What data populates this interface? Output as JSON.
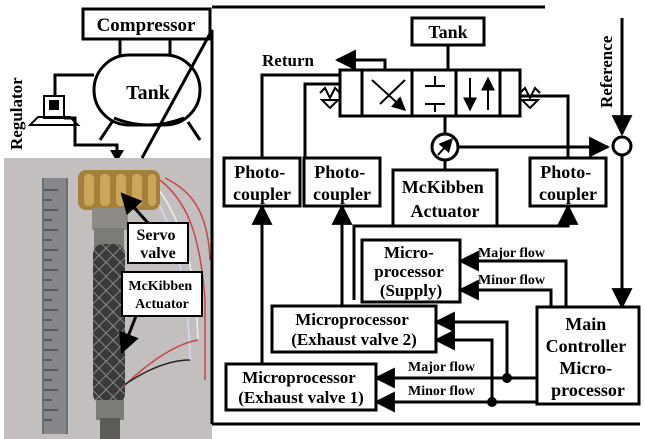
{
  "pneumatic_schematic": {
    "compressor": "Compressor",
    "tank_main": "Tank",
    "regulator": "Regulator"
  },
  "photo": {
    "servo_valve": "Servo valve",
    "mckibben_actuator": "McKibben Actuator"
  },
  "block_diagram": {
    "tank": "Tank",
    "return": "Return",
    "reference": "Reference",
    "mckibben_actuator": [
      "McKibben",
      "Actuator"
    ],
    "photocoupler": [
      "Photo-",
      "coupler"
    ],
    "mp_supply": [
      "Micro-",
      "processor",
      "(Supply)"
    ],
    "mp_exhaust2": [
      "Microprocessor",
      "(Exhaust valve 2)"
    ],
    "mp_exhaust1": [
      "Microprocessor",
      "(Exhaust valve 1)"
    ],
    "main_controller": [
      "Main",
      "Controller",
      "Micro-",
      "processor"
    ],
    "major_flow": "Major flow",
    "minor_flow": "Minor flow"
  }
}
